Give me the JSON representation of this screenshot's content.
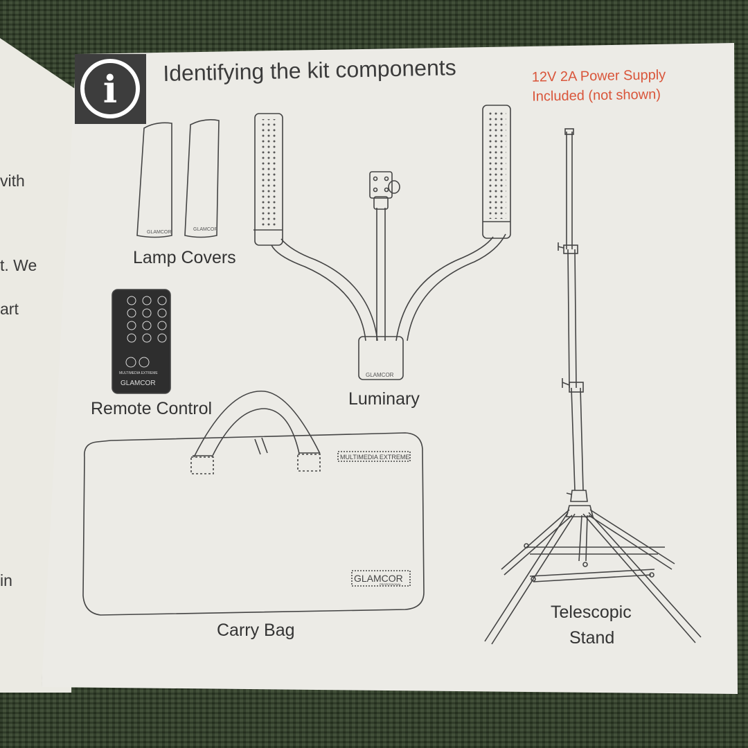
{
  "page": {
    "title": "Identifying the kit components",
    "note_line1": "12V 2A Power Supply",
    "note_line2": "Included (not shown)",
    "info_symbol": "i"
  },
  "left_page_fragments": [
    "vith",
    "t. We",
    "art",
    "in"
  ],
  "components": {
    "lamp_covers": "Lamp Covers",
    "remote_control": "Remote Control",
    "luminary": "Luminary",
    "carry_bag": "Carry Bag",
    "stand_line1": "Telescopic",
    "stand_line2": "Stand"
  },
  "product_prints": {
    "cover_brand": "GLAMCOR",
    "remote_series": "MULTIMEDIA EXTREME",
    "remote_brand": "GLAMCOR",
    "luminary_brand": "GLAMCOR",
    "bag_series": "MULTIMEDIA EXTREME",
    "bag_brand": "GLAMCOR",
    "bag_sub": "PROFESSIONAL"
  },
  "colors": {
    "page": "#ecebe6",
    "ink": "#3b3b3b",
    "accent": "#d9553a",
    "background": "#34432b"
  }
}
